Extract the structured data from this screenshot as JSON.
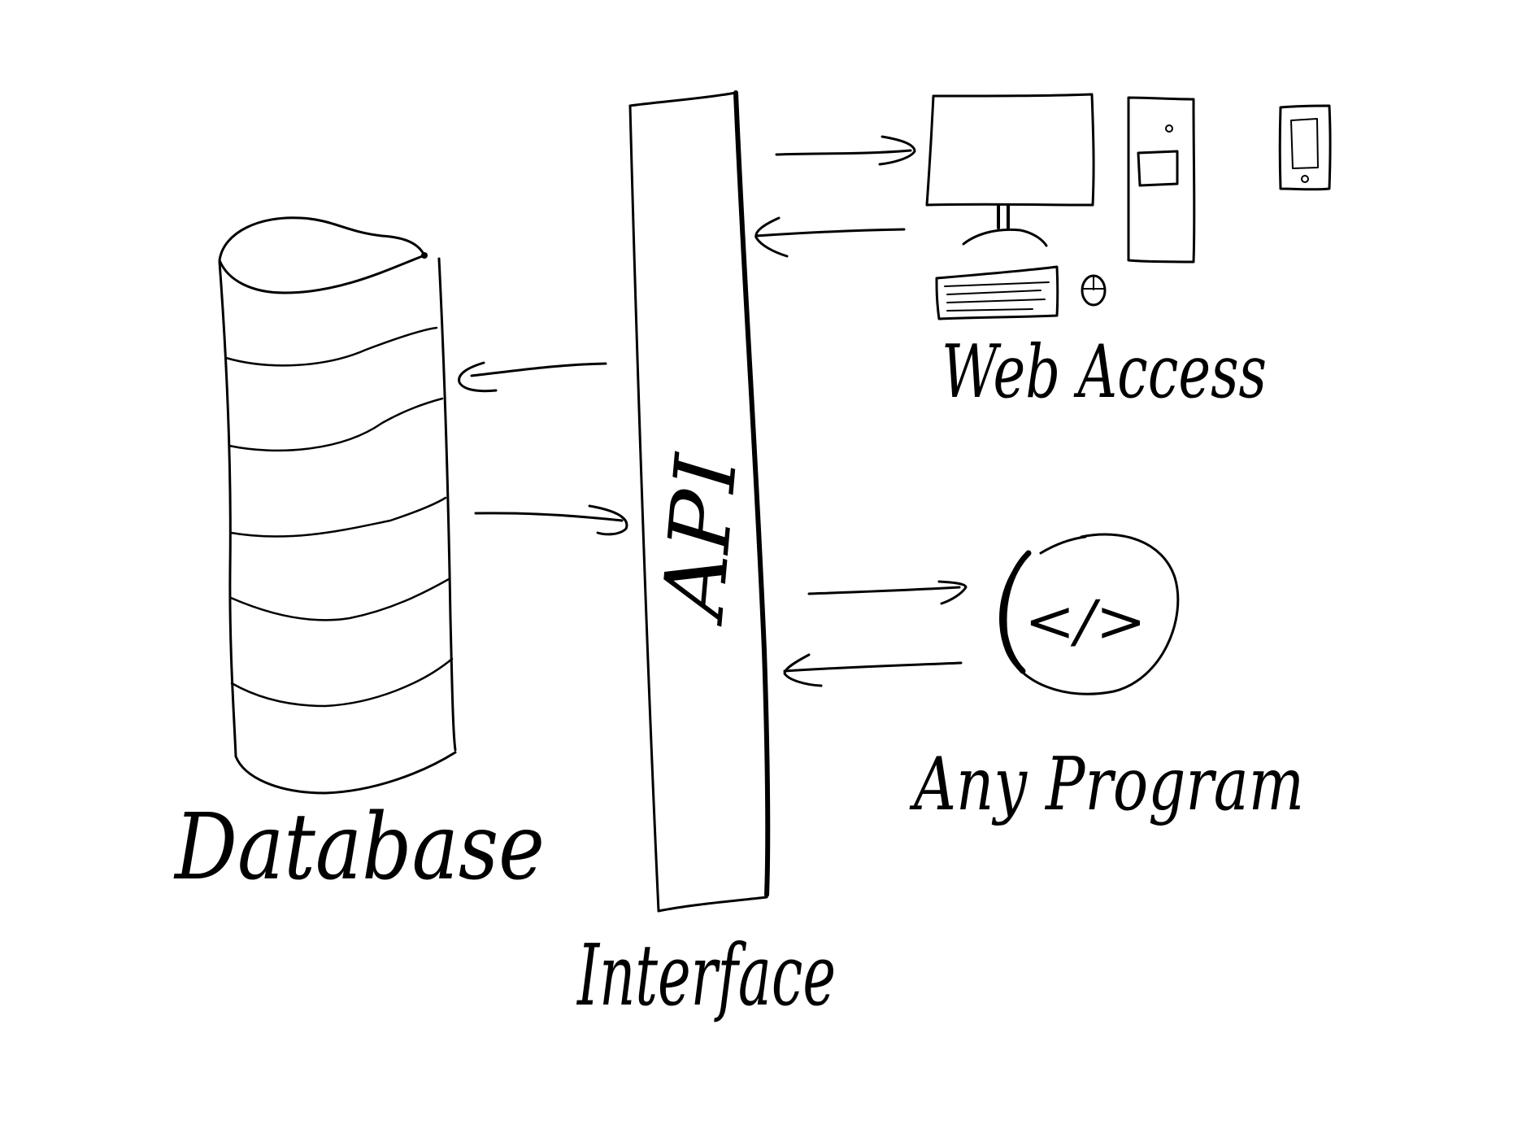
{
  "labels": {
    "database": "Database",
    "api": "API",
    "interface": "Interface",
    "web_access": "Web Access",
    "any_program": "Any Program",
    "code_symbol": "</>"
  },
  "colors": {
    "ink": "#000000",
    "background": "#ffffff"
  },
  "icons": [
    "database-cylinder",
    "monitor-icon",
    "keyboard-icon",
    "mouse-icon",
    "desktop-tower-icon",
    "phone-icon",
    "code-circle-icon"
  ]
}
